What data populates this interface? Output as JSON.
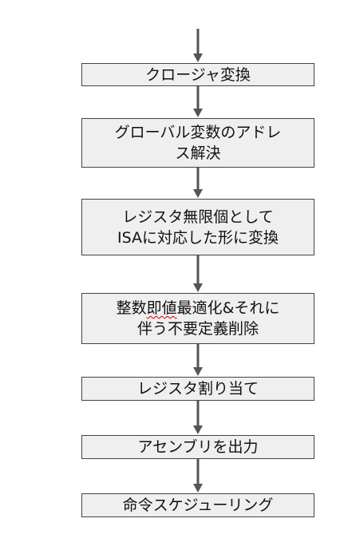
{
  "flowchart": {
    "colors": {
      "box_fill": "#efefef",
      "box_border": "#444444",
      "arrow": "#555555",
      "text": "#111111",
      "spellcheck_underline": "#cc0000"
    },
    "steps": [
      {
        "lines": [
          "クロージャ変換"
        ]
      },
      {
        "lines": [
          "グローバル変数のアドレ",
          "ス解決"
        ]
      },
      {
        "lines": [
          "レジスタ無限個として",
          "ISAに対応した形に変換"
        ]
      },
      {
        "lines": [
          "整数即値最適化&それに",
          "伴う不要定義削除"
        ],
        "underlined": "即値"
      },
      {
        "lines": [
          "レジスタ割り当て"
        ]
      },
      {
        "lines": [
          "アセンブリを出力"
        ]
      },
      {
        "lines": [
          "命令スケジューリング"
        ]
      }
    ]
  }
}
